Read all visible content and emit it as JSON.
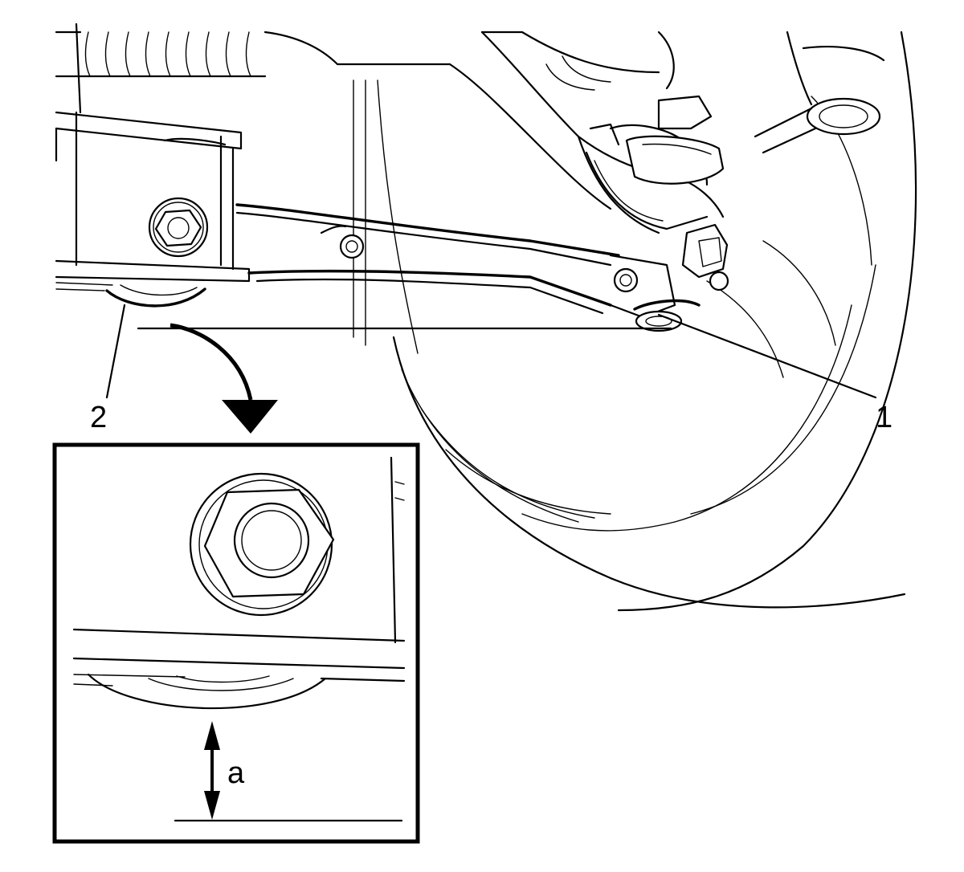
{
  "callouts": {
    "c1": "1",
    "c2": "2",
    "dim_a": "a"
  },
  "colors": {
    "line": "#000000",
    "background": "#ffffff"
  },
  "icons": [
    "down-arrow-icon",
    "dimension-arrow-icon"
  ]
}
